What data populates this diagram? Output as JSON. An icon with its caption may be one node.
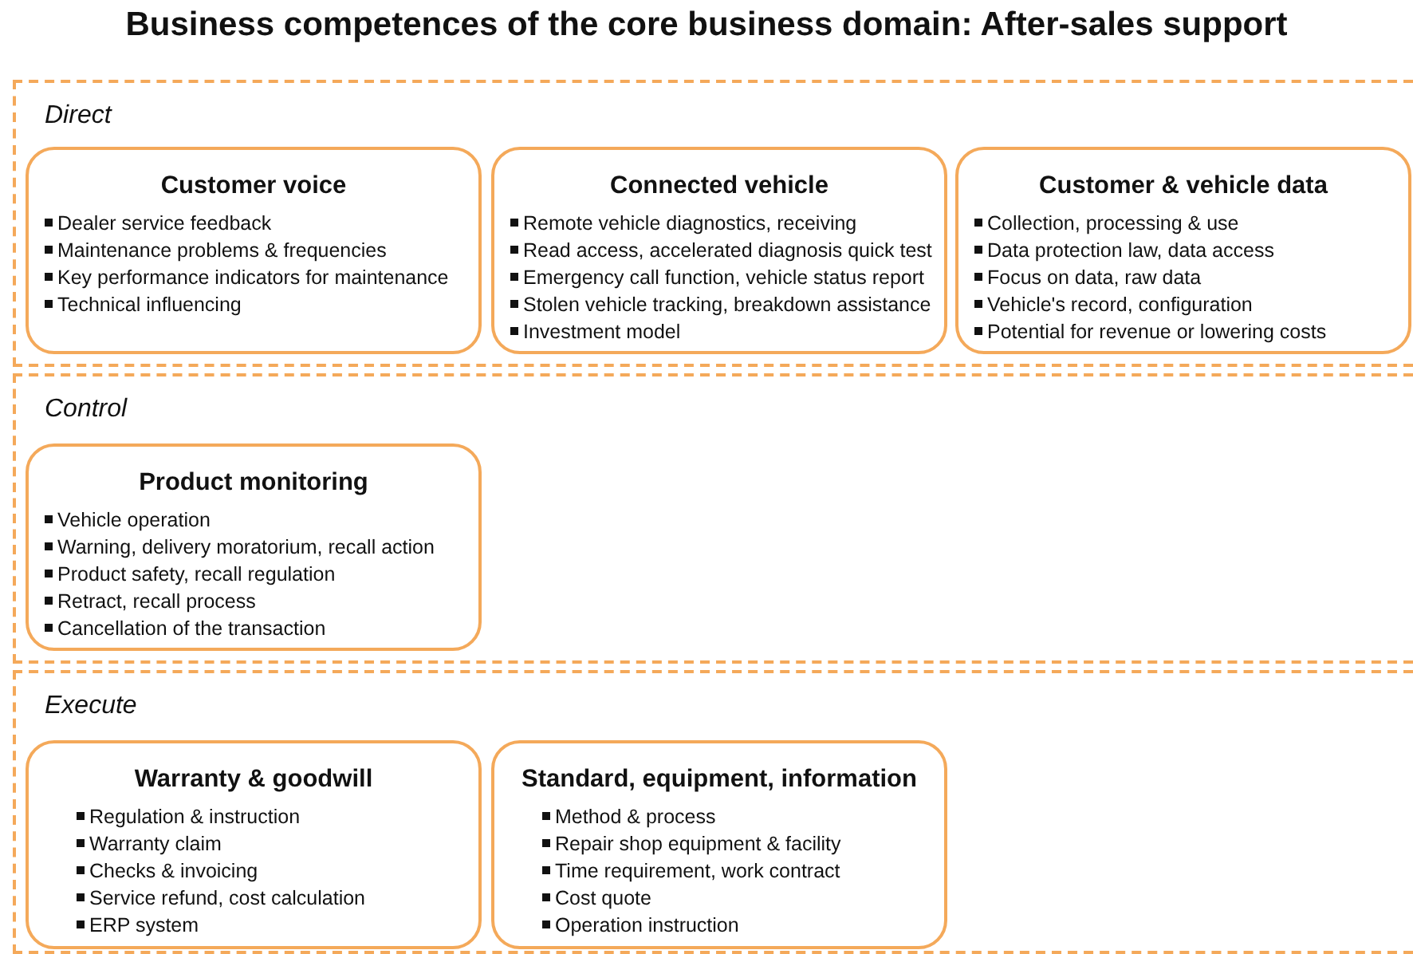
{
  "diagram": {
    "title": "Business competences of the core business domain: After-sales support",
    "nodes": [
      {
        "text": [
          "Direct"
        ]
      },
      {
        "text": [
          "Customer voice",
          "Dealer service feedback",
          "Maintenance problems & frequencies",
          "Key performance indicators for maintenance",
          "Technical influencing"
        ],
        "in": 0
      },
      {
        "text": [
          "Connected vehicle",
          "Remote vehicle diagnostics, receiving",
          "Read access, accelerated diagnosis quick test",
          "Emergency call function, vehicle status report",
          "Stolen vehicle tracking, breakdown assistance",
          "Investment model"
        ],
        "in": 0
      },
      {
        "text": [
          "Customer & vehicle data",
          "Collection, processing & use",
          "Data protection law, data access",
          "Focus on data, raw data",
          "Vehicle's record, configuration",
          "Potential for revenue or lowering costs"
        ],
        "in": 0
      },
      {
        "text": [
          "Control"
        ]
      },
      {
        "text": [
          "Product monitoring",
          "Vehicle operation",
          "Warning, delivery moratorium, recall action",
          "Product safety, recall regulation",
          "Retract, recall process",
          "Cancellation of the transaction"
        ],
        "in": 4
      },
      {
        "text": [
          "Execute"
        ]
      },
      {
        "text": [
          "Warranty & goodwill",
          "Regulation & instruction",
          "Warranty claim",
          "Checks & invoicing",
          "Service refund, cost calculation",
          "ERP system"
        ],
        "in": 6
      },
      {
        "text": [
          "Standard, equipment, information",
          "Method & process",
          "Repair shop equipment & facility",
          "Time requirement, work contract",
          "Cost quote",
          "Operation instruction"
        ],
        "in": 6
      }
    ]
  }
}
